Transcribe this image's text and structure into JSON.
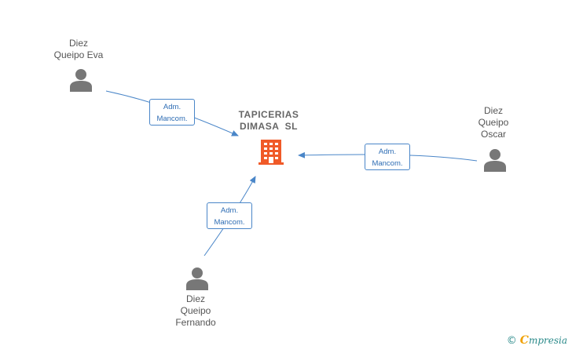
{
  "company": {
    "name_line1": "TAPICERIAS",
    "name_line2": "DIMASA  SL",
    "icon": "building-icon",
    "color": "#f05a28"
  },
  "people": [
    {
      "id": "eva",
      "lines": [
        "Diez",
        "Queipo Eva"
      ],
      "icon": "person-icon"
    },
    {
      "id": "oscar",
      "lines": [
        "Diez",
        "Queipo",
        "Oscar"
      ],
      "icon": "person-icon"
    },
    {
      "id": "fernando",
      "lines": [
        "Diez",
        "Queipo",
        "Fernando"
      ],
      "icon": "person-icon"
    }
  ],
  "relations": [
    {
      "from": "eva",
      "line1": "Adm.",
      "line2": "Mancom."
    },
    {
      "from": "oscar",
      "line1": "Adm.",
      "line2": "Mancom."
    },
    {
      "from": "fernando",
      "line1": "Adm.",
      "line2": "Mancom."
    }
  ],
  "colors": {
    "edge": "#4a86c8",
    "person": "#777777"
  },
  "brand": {
    "copyright": "©",
    "e": "C",
    "rest": "mpresia"
  }
}
